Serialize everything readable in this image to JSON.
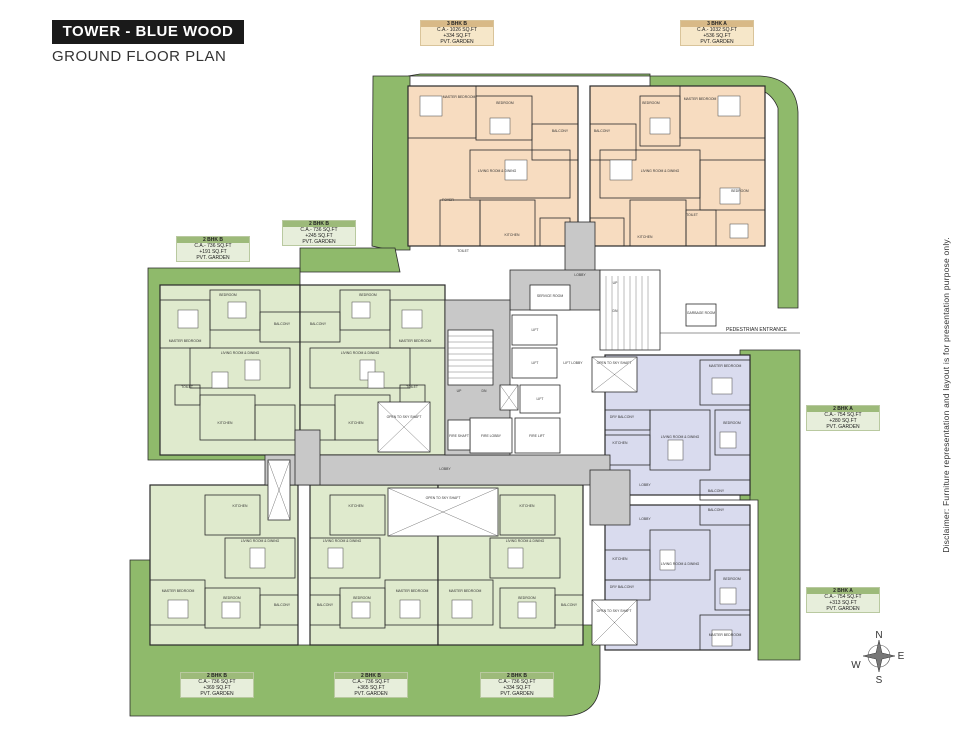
{
  "header": {
    "title": "TOWER - BLUE WOOD",
    "subtitle": "GROUND FLOOR PLAN"
  },
  "colors": {
    "garden": "#8fba6b",
    "unit_3bhk": "#f7dcc0",
    "unit_2bhk_b": "#dfeacd",
    "unit_2bhk_a": "#d9dbee",
    "core": "#c8c8c8",
    "wall": "#2a2a2a"
  },
  "tags": {
    "t3bhk_b": {
      "head": "3 BHK B",
      "l1": "C.A.- 1026 SQ.FT",
      "l2": "+334 SQ.FT",
      "l3": "PVT. GARDEN"
    },
    "t3bhk_a": {
      "head": "3 BHK A",
      "l1": "C.A.- 1032 SQ.FT",
      "l2": "+536 SQ.FT",
      "l3": "PVT. GARDEN"
    },
    "t2bhk_b_mid": {
      "head": "2 BHK B",
      "l1": "C.A.- 736 SQ.FT",
      "l2": "+245 SQ.FT",
      "l3": "PVT. GARDEN"
    },
    "t2bhk_b_left": {
      "head": "2 BHK B",
      "l1": "C.A.- 736 SQ.FT",
      "l2": "+191 SQ.FT",
      "l3": "PVT. GARDEN"
    },
    "t2bhk_a_top": {
      "head": "2 BHK A",
      "l1": "C.A.- 754 SQ.FT",
      "l2": "+280 SQ.FT",
      "l3": "PVT. GARDEN"
    },
    "t2bhk_a_bot": {
      "head": "2 BHK A",
      "l1": "C.A.- 754 SQ.FT",
      "l2": "+313 SQ.FT",
      "l3": "PVT. GARDEN"
    },
    "t2bhk_b_bl": {
      "head": "2 BHK B",
      "l1": "C.A.- 736 SQ.FT",
      "l2": "+369 SQ.FT",
      "l3": "PVT. GARDEN"
    },
    "t2bhk_b_bm": {
      "head": "2 BHK B",
      "l1": "C.A.- 736 SQ.FT",
      "l2": "+365 SQ.FT",
      "l3": "PVT. GARDEN"
    },
    "t2bhk_b_br": {
      "head": "2 BHK B",
      "l1": "C.A.- 736 SQ.FT",
      "l2": "+334 SQ.FT",
      "l3": "PVT. GARDEN"
    }
  },
  "labels": {
    "pedestrian": "PEDESTRIAN ENTRANCE",
    "lobby_top": "LOBBY",
    "lobby_mid": "LIFT LOBBY",
    "service": "SERVICE ROOM",
    "lift": "LIFT",
    "fire_lift": "FIRE LIFT",
    "fire_lobby": "FIRE LOBBY",
    "fire_shaft": "FIRE SHAFT",
    "lobby_main": "LOBBY",
    "open_sky_1": "OPEN TO SKY SHAFT",
    "open_sky_2": "OPEN TO SKY SHAFT",
    "open_sky_3": "OPEN TO SKY SHAFT",
    "open_sky_4": "OPEN TO SKY SHAFT",
    "garbage": "GARBAGE ROOM",
    "living": "LIVING ROOM & DINING",
    "kitchen": "KITCHEN",
    "bedroom": "BEDROOM",
    "master": "MASTER BEDROOM",
    "balcony": "BALCONY",
    "toilet": "TOILET",
    "foyer": "FOYER",
    "dry_balcony": "DRY BALCONY",
    "up": "UP",
    "dn": "DN"
  },
  "compass": {
    "n": "N",
    "s": "S",
    "e": "E",
    "w": "W"
  },
  "disclaimer": "Disclaimer: Furniture representation and layout is for presentation purpose only."
}
